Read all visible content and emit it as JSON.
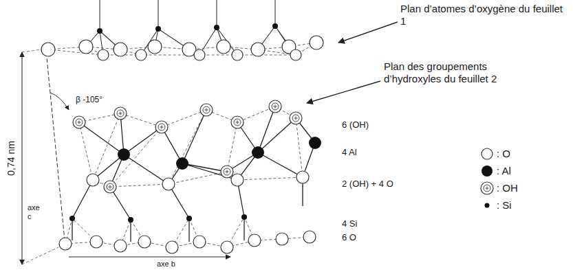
{
  "diagram": {
    "labels": [
      "Plan d’atomes d’oxygène du feuillet 1",
      "Plan des groupements d’hydroxyles du feuillet 2",
      "β -105°",
      "0,74 nm",
      "6 (OH)",
      "4 Al",
      "2 (OH) + 4 O",
      "4 Si",
      "6 O",
      "axe c",
      "axe b"
    ],
    "legend": [
      {
        "text": ": O"
      },
      {
        "text": ": Al"
      },
      {
        "text": ": OH"
      },
      {
        "text": ": Si"
      }
    ]
  }
}
